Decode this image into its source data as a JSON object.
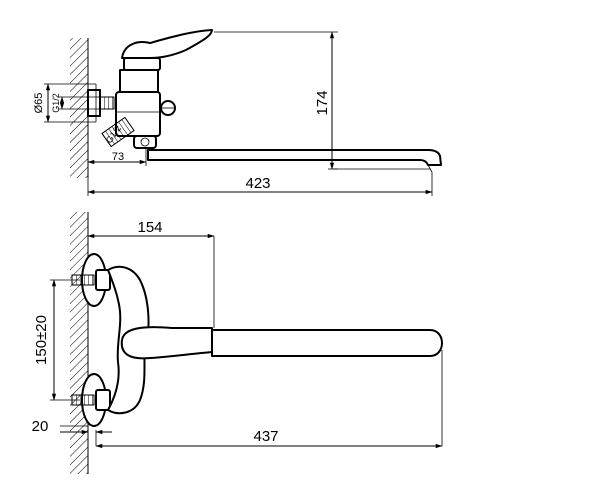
{
  "side_view": {
    "dims": {
      "height": "174",
      "length": "423",
      "offset": "73",
      "flange_diameter": "Ø65",
      "inlet_thread": "G1/2",
      "outlet_thread": "G1/2"
    }
  },
  "top_view": {
    "dims": {
      "handle_reach": "154",
      "spacing": "150±20",
      "wall_gap": "20",
      "total_length": "437"
    }
  }
}
